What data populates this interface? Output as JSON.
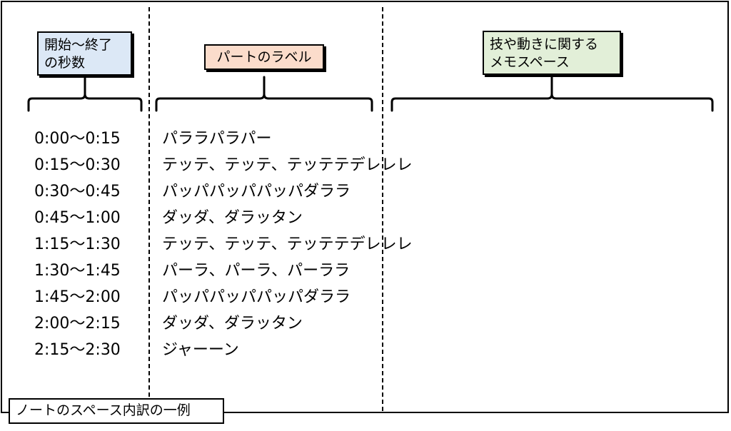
{
  "headers": {
    "time": {
      "lines": [
        "開始～終了",
        "の秒数"
      ],
      "color": "#dce8f6"
    },
    "part": {
      "lines": [
        "パートのラベル"
      ],
      "color": "#fbdccb"
    },
    "memo": {
      "lines": [
        "技や動きに関する",
        "メモスペース"
      ],
      "color": "#e2efd8"
    }
  },
  "rows": [
    {
      "time": "0:00～0:15",
      "label": "パララパラパー"
    },
    {
      "time": "0:15～0:30",
      "label": "テッテ、テッテ、テッテテデレレレ"
    },
    {
      "time": "0:30～0:45",
      "label": "パッパパッパパッパダララ"
    },
    {
      "time": "0:45～1:00",
      "label": "ダッダ、ダラッタン"
    },
    {
      "time": "1:15～1:30",
      "label": "テッテ、テッテ、テッテテデレレレ"
    },
    {
      "time": "1:30～1:45",
      "label": "パーラ、パーラ、パーララ"
    },
    {
      "time": "1:45～2:00",
      "label": "パッパパッパパッパダララ"
    },
    {
      "time": "2:00～2:15",
      "label": "ダッダ、ダラッタン"
    },
    {
      "time": "2:15～2:30",
      "label": "ジャーーン"
    }
  ],
  "caption": "ノートのスペース内訳の一例"
}
